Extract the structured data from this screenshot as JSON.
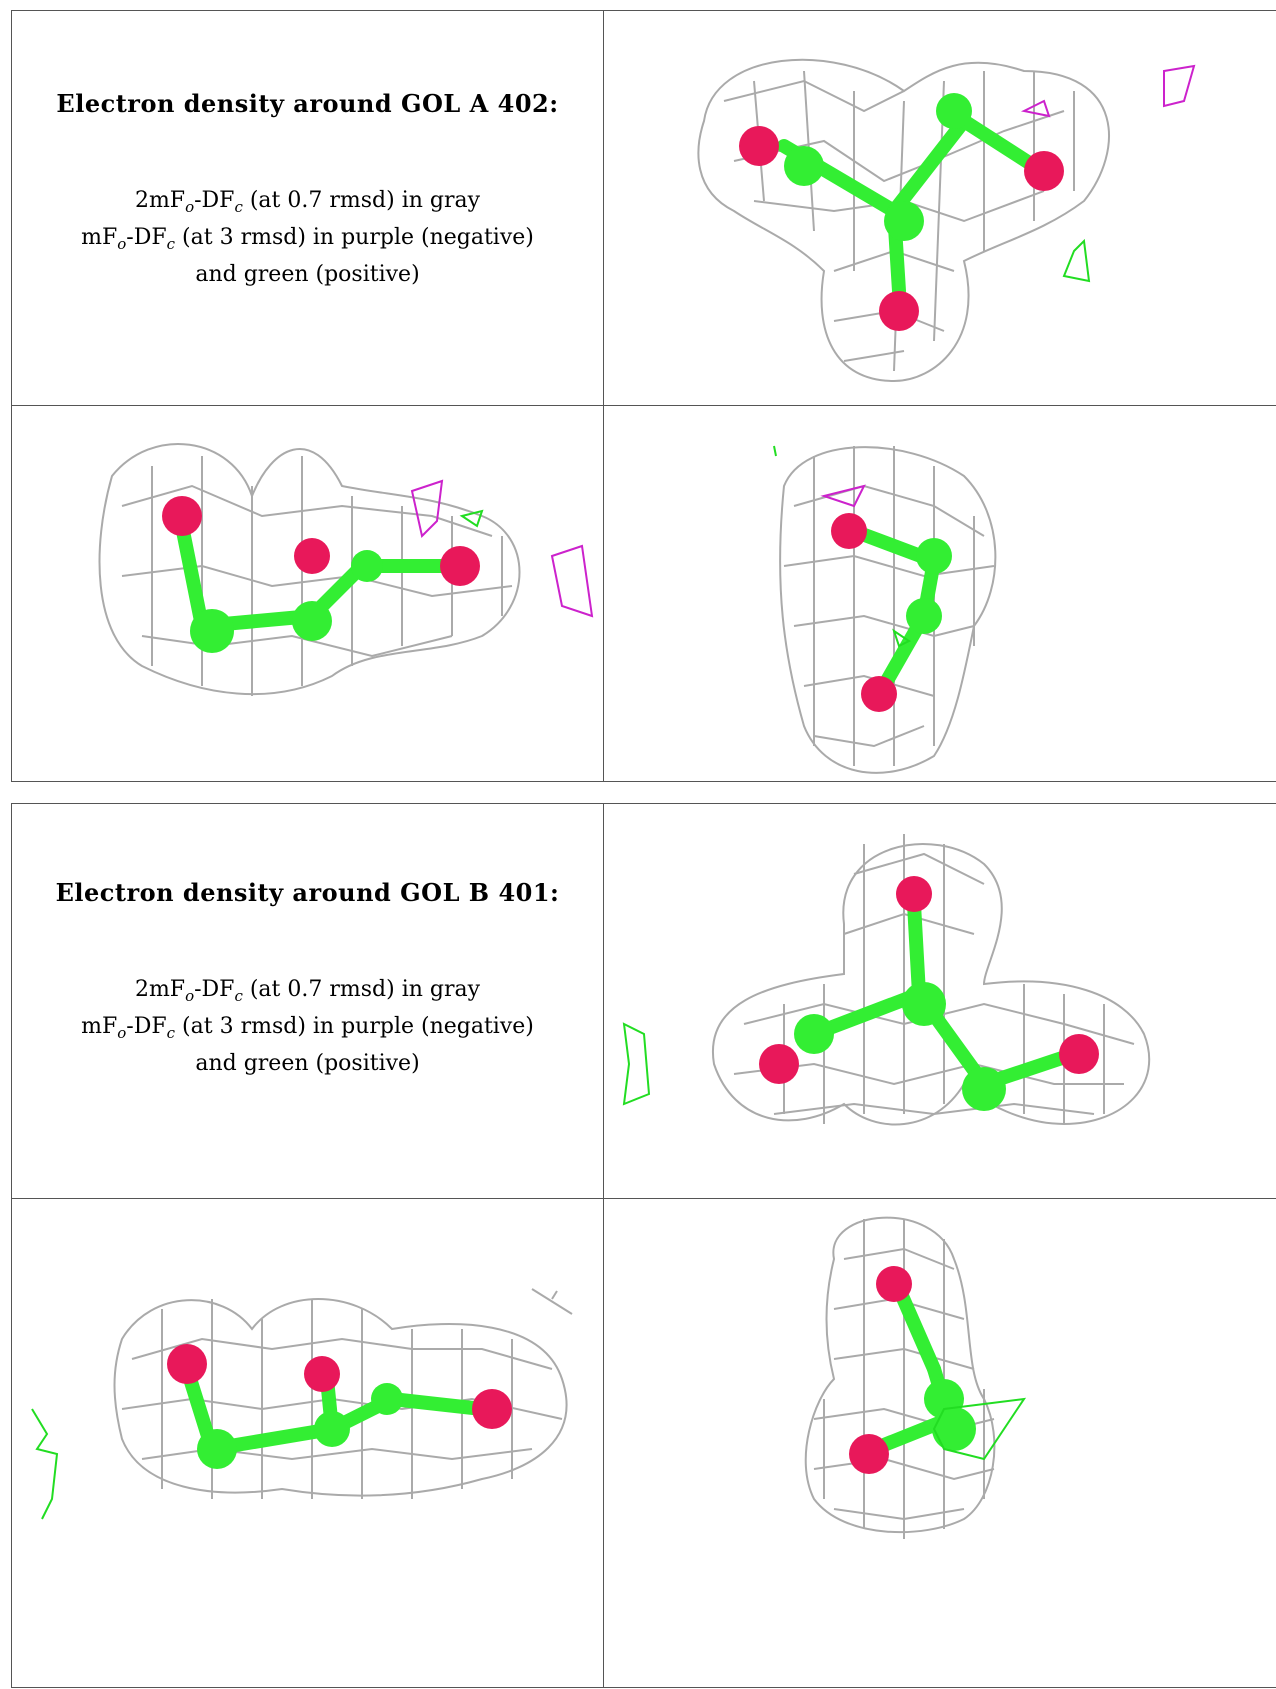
{
  "sections": [
    {
      "title": "Electron density around GOL A 402:",
      "map1": {
        "prefix": "2mF",
        "o": "o",
        "mid": "-DF",
        "c": "c",
        "suffix": " (at 0.7 rmsd) in gray"
      },
      "map2": {
        "prefix": "mF",
        "o": "o",
        "mid": "-DF",
        "c": "c",
        "suffix": " (at 3 rmsd) in purple (negative)"
      },
      "map3": "and green (positive)",
      "views": [
        "view-top-right",
        "view-bottom-left",
        "view-bottom-right"
      ]
    },
    {
      "title": "Electron density around GOL B 401:",
      "map1": {
        "prefix": "2mF",
        "o": "o",
        "mid": "-DF",
        "c": "c",
        "suffix": " (at 0.7 rmsd) in gray"
      },
      "map2": {
        "prefix": "mF",
        "o": "o",
        "mid": "-DF",
        "c": "c",
        "suffix": " (at 3 rmsd) in purple (negative)"
      },
      "map3": "and green (positive)",
      "views": [
        "view-top-right",
        "view-bottom-left",
        "view-bottom-right"
      ]
    }
  ],
  "colors": {
    "mesh_gray": "#9a9a9a",
    "carbon_green": "#33ee33",
    "oxygen_red": "#e8185a",
    "negative_purple": "#cc22cc",
    "positive_green": "#22dd22",
    "border": "#555555"
  }
}
